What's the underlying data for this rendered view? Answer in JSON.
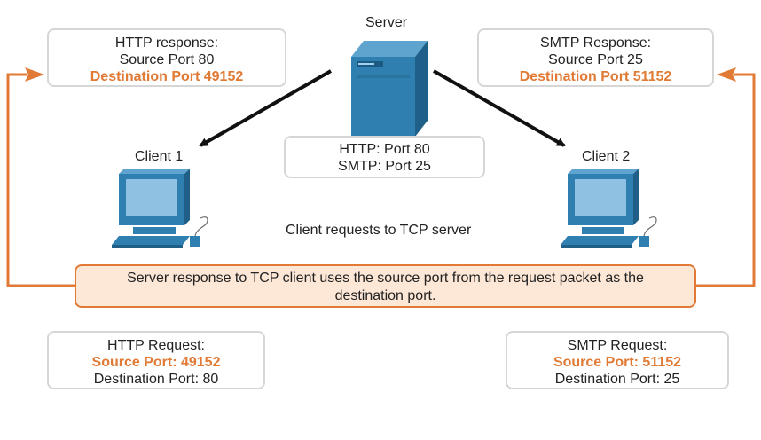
{
  "server": {
    "title": "Server",
    "ports": [
      "HTTP: Port 80",
      "SMTP: Port 25"
    ]
  },
  "client1": {
    "title": "Client 1"
  },
  "client2": {
    "title": "Client 2"
  },
  "http_response": {
    "title": "HTTP response:",
    "source": "Source Port 80",
    "destination": "Destination Port 49152"
  },
  "smtp_response": {
    "title": "SMTP Response:",
    "source": "Source Port 25",
    "destination": "Destination Port 51152"
  },
  "http_request": {
    "title": "HTTP Request:",
    "source": "Source Port: 49152",
    "destination": "Destination Port: 80"
  },
  "smtp_request": {
    "title": "SMTP Request:",
    "source": "Source Port: 51152",
    "destination": "Destination Port: 25"
  },
  "request_caption": "Client requests to TCP server",
  "response_note": {
    "line1": "Server response to TCP client uses the source port from the request packet as the",
    "line2": "destination port."
  },
  "colors": {
    "accent": "#e07a35",
    "device_blue": "#2f7fb0",
    "box_border": "#d6d6d6",
    "note_fill": "#fde7d6"
  }
}
